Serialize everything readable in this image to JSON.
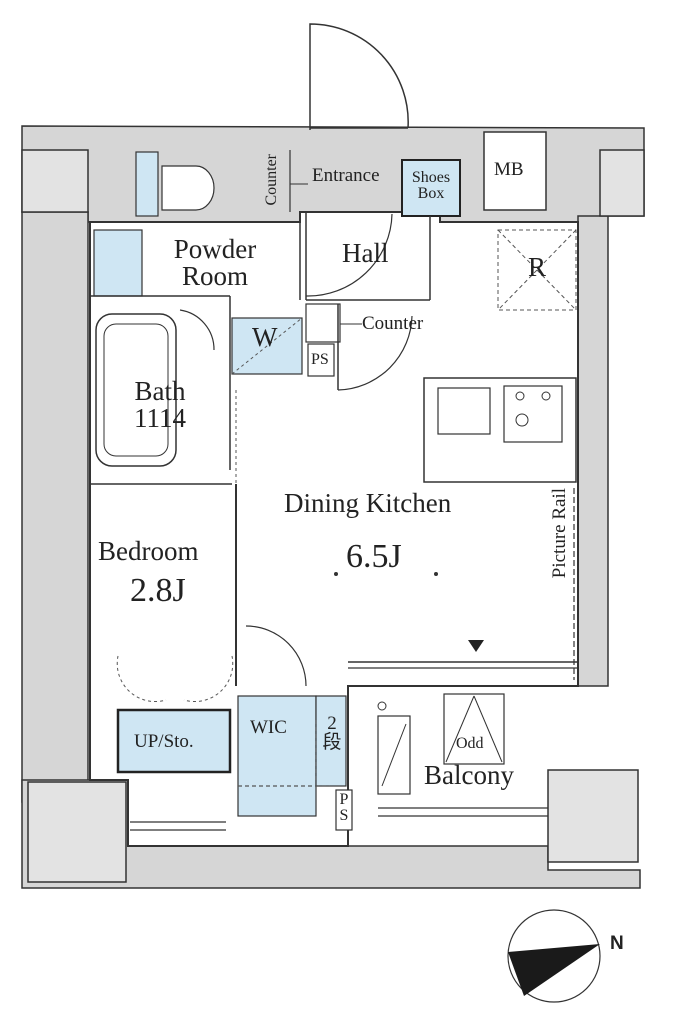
{
  "rooms": {
    "mb": "MB",
    "entrance": "Entrance",
    "shoes_line1": "Shoes",
    "shoes_line2": "Box",
    "counter_vertical": "Counter",
    "powder_line1": "Powder",
    "powder_line2": "Room",
    "hall": "Hall",
    "refrigerator": "R",
    "w": "W",
    "ps_upper": "PS",
    "counter": "Counter",
    "bath": "Bath",
    "bath_size": "1114",
    "dining_kitchen": "Dining Kitchen",
    "dk_area": "6.5J",
    "picture_rail": "Picture Rail",
    "bedroom": "Bedroom",
    "bedroom_area": "2.8J",
    "upsto": "UP/Sto.",
    "wic": "WIC",
    "shelf_2": "2",
    "shelf_dan": "段",
    "ps_lower_p": "P",
    "ps_lower_s": "S",
    "odd": "Odd",
    "balcony": "Balcony"
  },
  "compass": {
    "north": "N"
  },
  "colors": {
    "fixture_blue": "#cfe6f3",
    "wall": "#d4d4d4",
    "line": "#333333"
  }
}
